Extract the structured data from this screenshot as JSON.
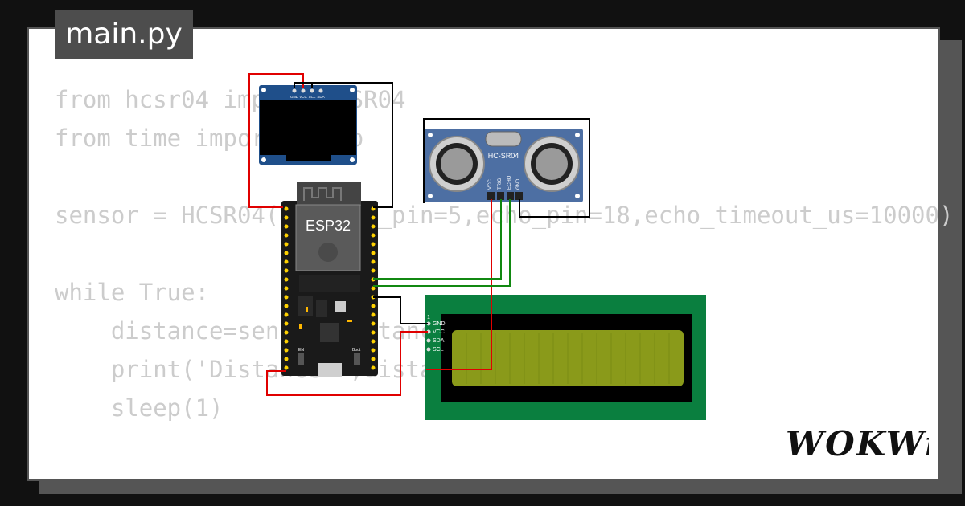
{
  "tab": {
    "filename": "main.py"
  },
  "code": {
    "lines": [
      "from hcsr04 import HCSR04",
      "from time import sleep",
      "",
      "sensor = HCSR04(trigger_pin=5,echo_pin=18,echo_timeout_us=10000)",
      "",
      "while True:",
      "    distance=sensor.distance_cm()",
      "    print('Distance:',distance)",
      "    sleep(1)"
    ]
  },
  "components": {
    "oled": {
      "pins": [
        "GND",
        "VCC",
        "SCL",
        "SDA"
      ]
    },
    "esp32": {
      "label": "ESP32",
      "button_labels": [
        "EN",
        "Boot"
      ]
    },
    "ultrasonic": {
      "label": "HC-SR04",
      "pins": [
        "VCC",
        "TRIG",
        "ECHO",
        "GND"
      ]
    },
    "lcd": {
      "pin1_label": "1",
      "pins": [
        "GND",
        "VCC",
        "SDA",
        "SCL"
      ]
    }
  },
  "brand": {
    "logo_text": "WOKWi"
  },
  "colors": {
    "background": "#111111",
    "card": "#ffffff",
    "code_text": "#cccccc",
    "tab": "#4d4d4d",
    "wire_red": "#e00000",
    "wire_green": "#118811",
    "wire_black": "#000000",
    "lcd_board": "#0a7f3f",
    "lcd_screen": "#8a9a1a",
    "ultrasonic_board": "#4d6fa3",
    "oled_board": "#1f4f8a"
  }
}
